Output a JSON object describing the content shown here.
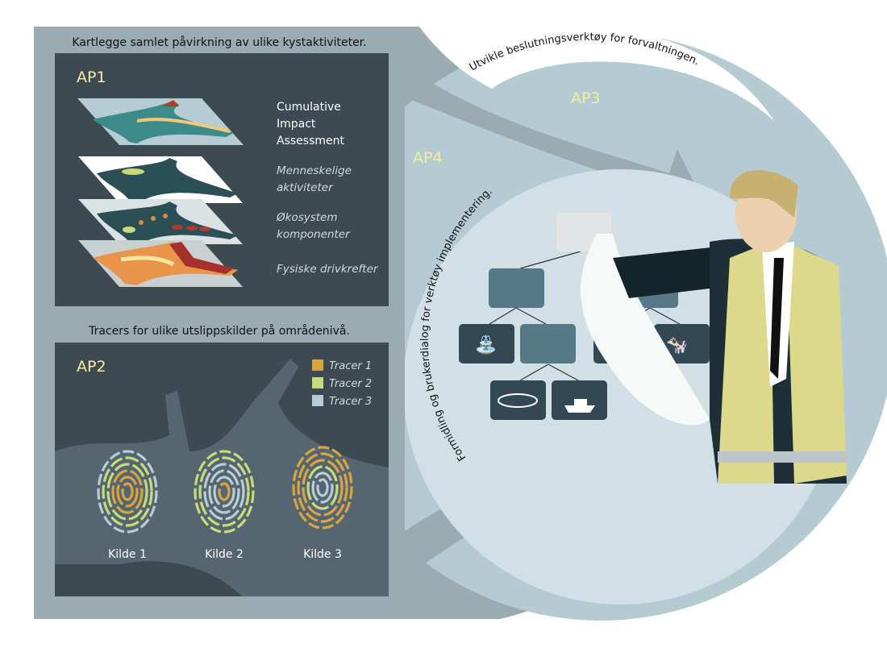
{
  "ap1": {
    "heading": "Kartlegge samlet påvirkning av ulike kystaktiviteter.",
    "label": "AP1",
    "layers": [
      {
        "line1": "Cumulative",
        "line2": "Impact",
        "line3": "Assessment"
      },
      {
        "line1": "Menneskelige",
        "line2": "aktiviteter"
      },
      {
        "line1": "Økosystem",
        "line2": "komponenter"
      },
      {
        "line1": "Fysiske drivkrefter"
      }
    ]
  },
  "ap2": {
    "heading": "Tracers for ulike utslippskilder på områdenivå.",
    "label": "AP2",
    "legend": [
      {
        "label": "Tracer 1",
        "color": "#d9a441"
      },
      {
        "label": "Tracer 2",
        "color": "#c6dc7c"
      },
      {
        "label": "Tracer 3",
        "color": "#b7cdd6"
      }
    ],
    "sources": [
      "Kilde 1",
      "Kilde 2",
      "Kilde 3"
    ]
  },
  "ap3": {
    "label": "AP3",
    "arc_text": "Utvikle beslutningsverktøy for forvaltningen."
  },
  "ap4": {
    "label": "AP4",
    "arc_text": "Formidling og brukerdialog for verktøy implementering."
  },
  "colors": {
    "label_yellow": "#f4ec9c",
    "panel": "#3e4a52",
    "outer": "#9aacb2",
    "circle": "#b5cbd2",
    "inner": "#d1e0e5"
  }
}
